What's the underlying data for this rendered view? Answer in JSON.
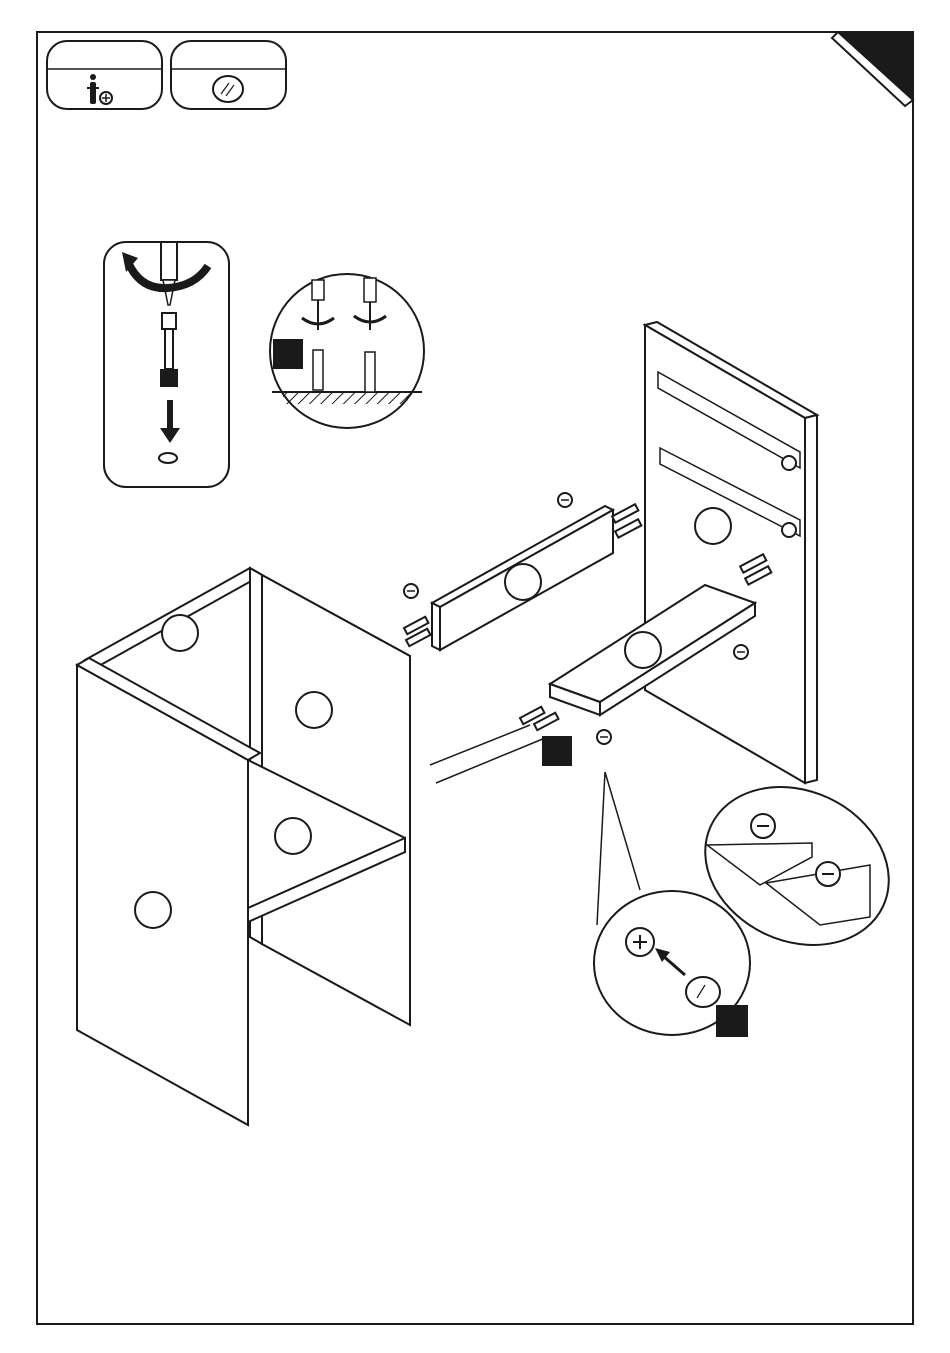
{
  "page": {
    "kind": "furniture-assembly-step",
    "background_color": "#ffffff",
    "line_color": "#1a1a1a",
    "fill_dark": "#1a1a1a"
  },
  "parts_legend": [
    {
      "id": "screw-bolt",
      "icon": "cam-bolt-with-cam-lock-icon"
    },
    {
      "id": "cover-cap",
      "icon": "cover-cap-icon"
    }
  ],
  "details": [
    {
      "id": "detail-bolt-insert",
      "icon": "screwdriver-turning-bolt-icon"
    },
    {
      "id": "detail-two-bolts",
      "icon": "two-screwdrivers-bolts-icon"
    },
    {
      "id": "detail-cover-cap",
      "icon": "cam-lock-cover-cap-icon"
    },
    {
      "id": "detail-cam-locks",
      "icon": "cam-locks-on-panels-icon"
    }
  ],
  "markers": [
    {
      "id": "marker-a",
      "icon": "black-square-marker-icon"
    },
    {
      "id": "marker-b",
      "icon": "black-square-marker-icon"
    },
    {
      "id": "marker-c",
      "icon": "black-square-marker-icon"
    }
  ],
  "assembly": {
    "panels": [
      "side-panel-left",
      "middle-panel",
      "back-panel",
      "shelf",
      "top-rail",
      "side-panel-right"
    ],
    "part_label_circles": 7
  }
}
